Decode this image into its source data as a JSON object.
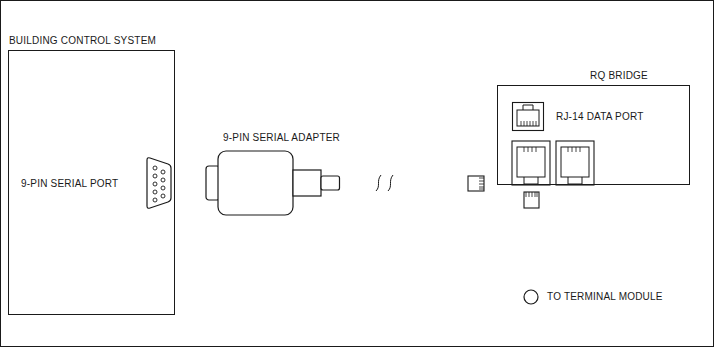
{
  "diagram": {
    "nodes": [
      {
        "text": [
          "BUILDING CONTROL SYSTEM",
          "9-PIN SERIAL PORT"
        ]
      },
      {
        "text": [
          "9-PIN SERIAL ADAPTER"
        ]
      },
      {
        "text": [
          "RQ BRIDGE"
        ]
      },
      {
        "text": [
          "RJ-14 DATA PORT"
        ],
        "in": 2
      },
      {
        "text": [
          "TO TERMINAL MODULE"
        ]
      }
    ],
    "edges": [
      {
        "from": 1,
        "to": 0,
        "arrow": "to"
      },
      {
        "from": 1,
        "to": 2,
        "arrow": "none"
      },
      {
        "from": 2,
        "to": 4,
        "arrow": "none"
      }
    ]
  }
}
